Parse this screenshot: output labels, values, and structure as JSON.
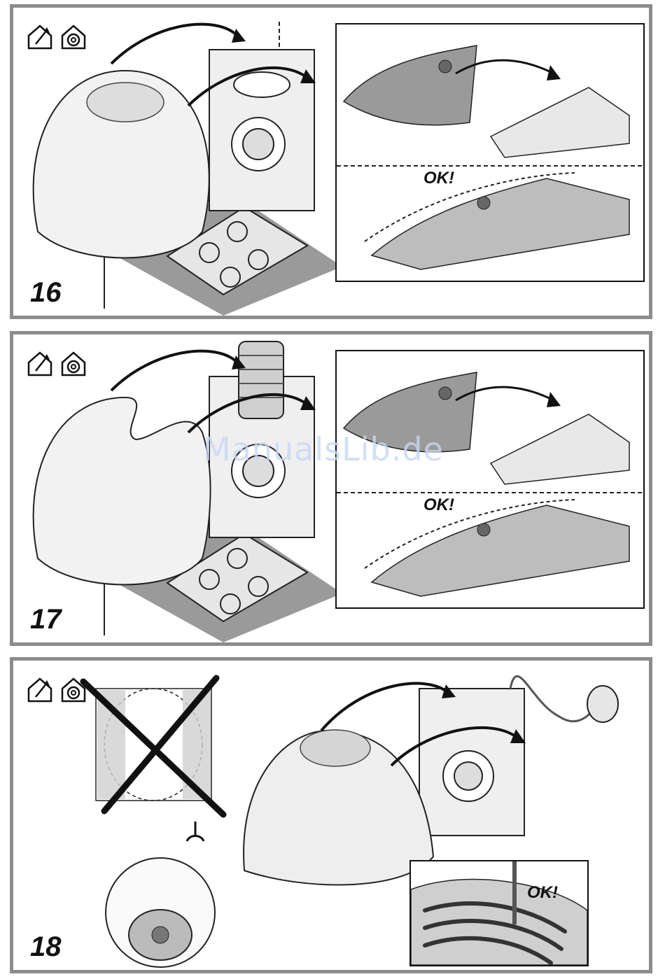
{
  "steps": [
    {
      "number": "16",
      "ok_label": "OK!"
    },
    {
      "number": "17",
      "ok_label": "OK!"
    },
    {
      "number": "18",
      "ok_label": "OK!"
    }
  ],
  "watermark": "ManualsLib.de",
  "icons": [
    "ducted-mode-icon",
    "recirculation-mode-icon"
  ]
}
